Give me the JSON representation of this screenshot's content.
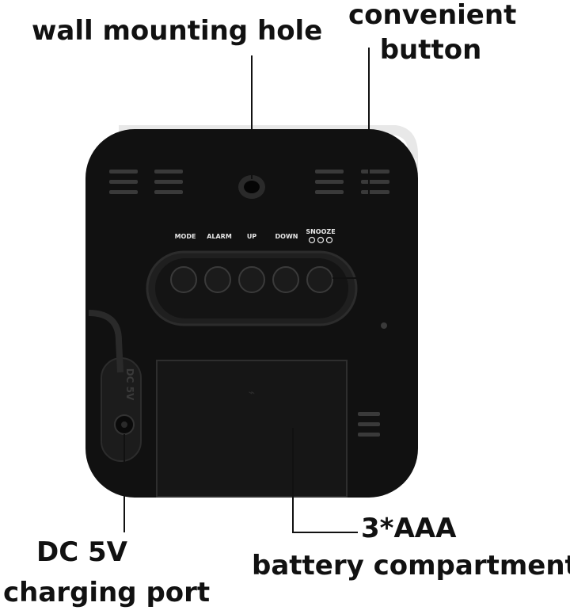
{
  "callouts": {
    "wall_hole": "wall mounting hole",
    "button_line1": "convenient",
    "button_line2": "button",
    "battery_line1": "3*AAA",
    "battery_line2": "battery compartment",
    "port_line1": "DC 5V",
    "port_line2": "charging port"
  },
  "button_labels": [
    "MODE",
    "ALARM",
    "UP",
    "DOWN",
    "SNOOZE"
  ],
  "port_label": "DC 5V",
  "colors": {
    "body": "#111111",
    "button_strip": "#1c1c1c",
    "button": "#1a1a1a",
    "text": "#111111",
    "shadow": "#d7d7d7"
  }
}
